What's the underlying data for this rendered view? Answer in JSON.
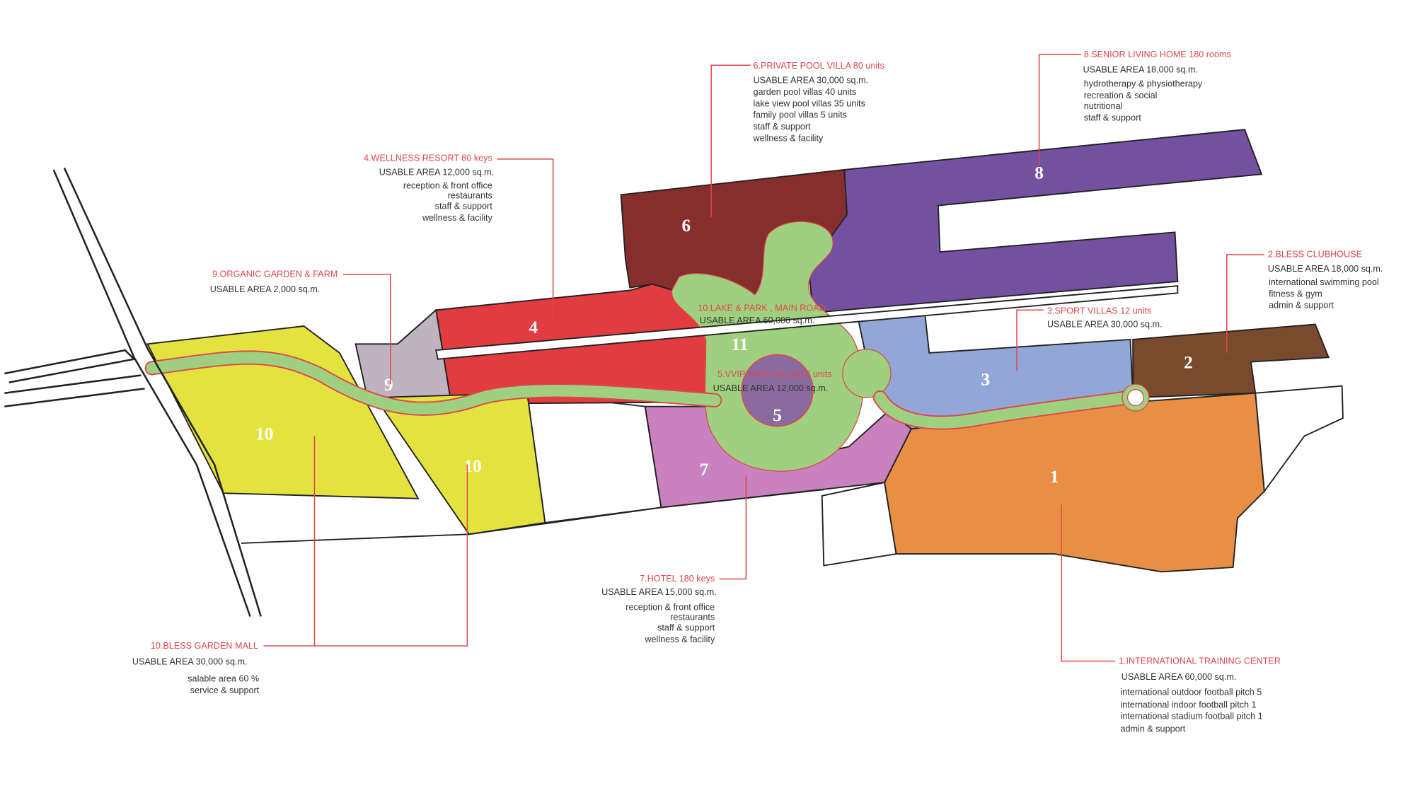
{
  "zones": {
    "z1": {
      "number": "1",
      "title": "1.INTERNATIONAL TRAINING CENTER",
      "area": "USABLE AREA    60,000    sq.m.",
      "lines": [
        "international outdoor football pitch    5",
        "international indoor football pitch      1",
        "international stadium football pitch    1",
        "admin & support"
      ],
      "color": "#e88f45"
    },
    "z2": {
      "number": "2",
      "title": "2.BLESS CLUBHOUSE",
      "area": "USABLE AREA    18,000    sq.m.",
      "lines": [
        "international swimming pool",
        "fitness & gym",
        "admin & support"
      ],
      "color": "#7a4a2f"
    },
    "z3": {
      "number": "3",
      "title": "3.SPORT VILLAS    12 units",
      "area": "USABLE AREA    30,000    sq.m.",
      "color": "#92a7d8"
    },
    "z4": {
      "number": "4",
      "title": "4.WELLNESS RESORT    80 keys",
      "area": "USABLE AREA    12,000    sq.m.",
      "lines": [
        "reception & front office",
        "restaurants",
        "staff & support",
        "wellness & facility"
      ],
      "color": "#e23c40"
    },
    "z5": {
      "number": "5",
      "title": "5.VVIP LAKE VILLAS    6 units",
      "area": "USABLE AREA    12,000    sq.m.",
      "color": "#8b6aa0"
    },
    "z6": {
      "number": "6",
      "title": "6.PRIVATE POOL VILLA    80 units",
      "area": "USABLE AREA    30,000    sq.m.",
      "lines": [
        "garden pool villas   40 units",
        "lake view pool villas   35 units",
        "family pool villas   5 units",
        "staff & support",
        "wellness & facility"
      ],
      "color": "#862e2e"
    },
    "z7": {
      "number": "7",
      "title": "7.HOTEL    180 keys",
      "area": "USABLE AREA    15,000    sq.m.",
      "lines": [
        "reception & front office",
        "restaurants",
        "staff & support",
        "wellness & facility"
      ],
      "color": "#c982bf"
    },
    "z8": {
      "number": "8",
      "title": "8.SENIOR LIVING HOME    180 rooms",
      "area": "USABLE AREA    18,000    sq.m.",
      "lines": [
        "hydrotherapy & physiotherapy",
        "recreation & social",
        "nutritional",
        "staff & support"
      ],
      "color": "#7451a0"
    },
    "z9": {
      "number": "9",
      "title": "9.ORGANIC GARDEN & FARM",
      "area": "USABLE AREA    2,000      sq.m.",
      "color": "#bfb3c0"
    },
    "z10": {
      "number": "10",
      "title": "10.BLESS GARDEN MALL",
      "area": "USABLE AREA    30,000    sq.m.",
      "lines": [
        "salable area   60 %",
        "service & support"
      ],
      "color": "#e3e23f"
    },
    "z11": {
      "number": "11",
      "title": "10.LAKE & PARK , MAIN ROAD",
      "area": "USABLE AREA    60,000    sq.m.",
      "color": "#9fd07f"
    }
  }
}
